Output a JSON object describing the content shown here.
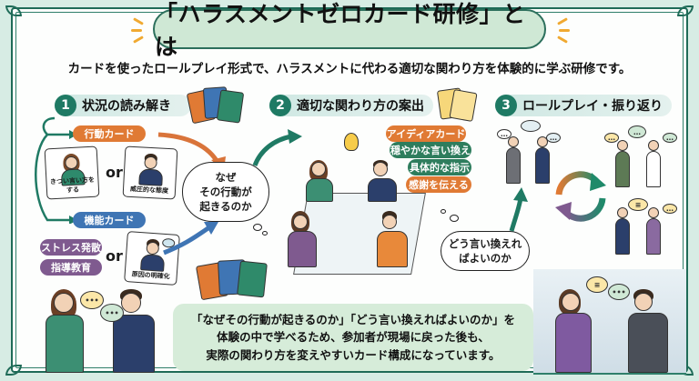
{
  "title": "「ハラスメントゼロカード研修」とは",
  "subtitle": "カードを使ったロールプレイ形式で、ハラスメントに代わる適切な関わり方を体験的に学ぶ研修です。",
  "steps": [
    {
      "number": "1",
      "label": "状況の読み解き",
      "action_card_tag": "行動カード",
      "action_cards": [
        {
          "label": "きつい言い方をする",
          "icon": "harsh-speaking-woman"
        },
        {
          "label": "威圧的な態度",
          "icon": "intimidating-man"
        }
      ],
      "or_label": "or",
      "function_card_tag": "機能カード",
      "function_tags": [
        "ストレス発散",
        "指導教育"
      ],
      "function_card": {
        "label": "原因の明確化",
        "icon": "thinking-man"
      },
      "thought_cloud": [
        "なぜ",
        "その行動が",
        "起きるのか"
      ]
    },
    {
      "number": "2",
      "label": "適切な関わり方の案出",
      "idea_tag": "アイディアカード",
      "idea_options": [
        "穏やかな言い換え",
        "具体的な指示",
        "感謝を伝える"
      ],
      "thought_cloud": [
        "どう言い換えれ",
        "ばよいのか"
      ]
    },
    {
      "number": "3",
      "label": "ロールプレイ・振り返り"
    }
  ],
  "summary": [
    "「なぜその行動が起きるのか」「どう言い換えればよいのか」を",
    "体験の中で学べるため、参加者が現場に戻った後も、",
    "実際の関わり方を変えやすいカード構成になっています。"
  ],
  "colors": {
    "background": "#d7ece4",
    "frame": "#1f6b58",
    "title_pill": "#cfe8d5",
    "step_number": "#1f7a64",
    "orange": "#e07a34",
    "blue": "#3f75b4",
    "purple": "#7f5a8f",
    "green": "#2e7d5d",
    "summary_box": "#d6ecd9",
    "sparkle": "#f0a931"
  }
}
